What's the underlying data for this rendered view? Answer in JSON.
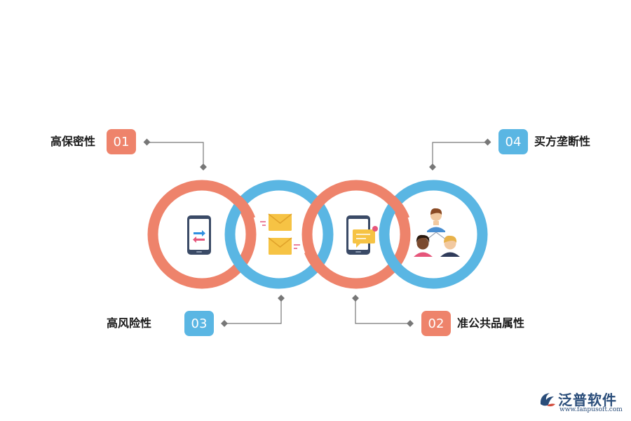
{
  "colors": {
    "salmon": "#EE836B",
    "sky": "#5AB6E3",
    "connector": "#777777",
    "logo": "#2A4D7A"
  },
  "items": [
    {
      "number": "01",
      "label": "高保密性",
      "color": "salmon"
    },
    {
      "number": "02",
      "label": "准公共品属性",
      "color": "salmon"
    },
    {
      "number": "03",
      "label": "高风险性",
      "color": "sky"
    },
    {
      "number": "04",
      "label": "买方垄断性",
      "color": "sky"
    }
  ],
  "rings": [
    {
      "color": "salmon",
      "icon": "phone-transfer-icon"
    },
    {
      "color": "sky",
      "icon": "mail-envelopes-icon"
    },
    {
      "color": "salmon",
      "icon": "phone-message-icon"
    },
    {
      "color": "sky",
      "icon": "people-network-icon"
    }
  ],
  "logo": {
    "text": "泛普软件",
    "url": "www.fanpusoft.com"
  }
}
